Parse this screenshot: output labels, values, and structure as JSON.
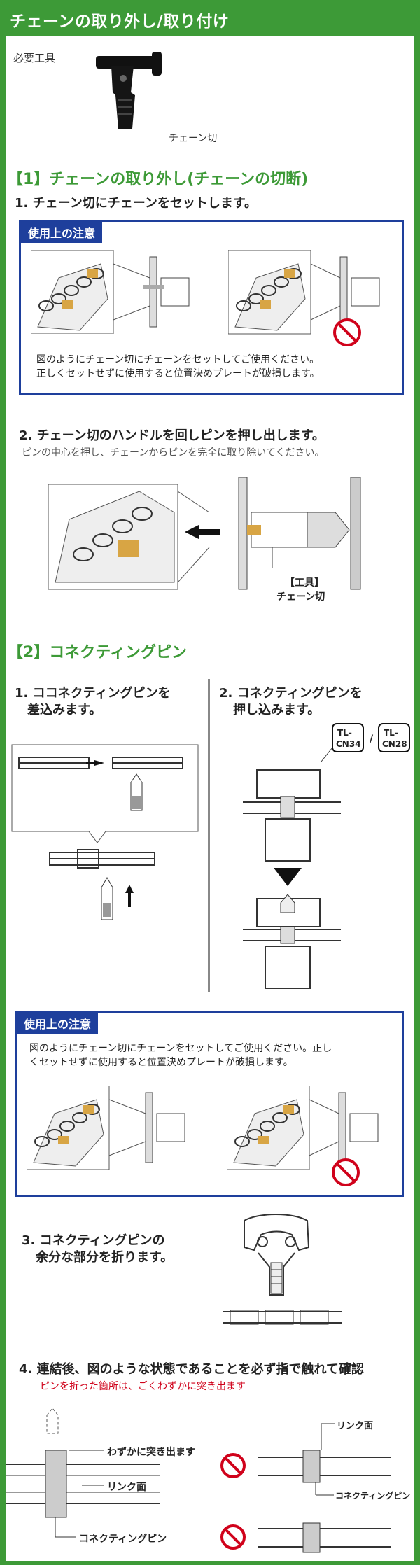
{
  "header": {
    "title": "チェーンの取り外し/取り付け"
  },
  "tools": {
    "label": "必要工具",
    "tool_name": "チェーン切"
  },
  "section1": {
    "heading": "【1】チェーンの取り外し(チェーンの切断)",
    "step1": "1. チェーン切にチェーンをセットします。",
    "note_label": "使用上の注意",
    "note_text_1": "図のようにチェーン切にチェーンをセットしてご使用ください。",
    "note_text_2": "正しくセットせずに使用すると位置決めプレートが破損します。",
    "step2": "2. チェーン切のハンドルを回しピンを押し出します。",
    "step2_desc": "ピンの中心を押し、チェーンからピンを完全に取り除いてください。",
    "tool_label_1": "【工具】",
    "tool_label_2": "チェーン切"
  },
  "section2": {
    "heading": "【2】コネクティングピン",
    "left_step_1": "1. ココネクティングピンを",
    "left_step_2": "差込みます。",
    "right_step_1": "2. コネクティングピンを",
    "right_step_2": "押し込みます。",
    "tag_a_1": "TL-",
    "tag_a_2": "CN34",
    "tag_sep": "/",
    "tag_b_1": "TL-",
    "tag_b_2": "CN28",
    "note_label": "使用上の注意",
    "note_text_1": "図のようにチェーン切にチェーンをセットしてご使用ください。正し",
    "note_text_2": "くセットせずに使用すると位置決めプレートが破損します。",
    "step3_1": "3. コネクティングピンの",
    "step3_2": "余分な部分を折ります。",
    "step4": "4. 連結後、図のような状態であることを必ず指で触れて確認",
    "step4_warn": "ピンを折った箇所は、ごくわずかに突き出ます",
    "callout_protrude": "わずかに突き出ます",
    "callout_link": "リンク面",
    "callout_pin": "コネクティングピン",
    "callout_link_r": "リンク面",
    "callout_pin_r": "コネクティングピン"
  },
  "colors": {
    "green": "#3d9a37",
    "navy": "#1e3f9c",
    "red": "#d0021b",
    "brass": "#d8a544"
  },
  "icons": [
    "chain-tool-icon",
    "prohibited-icon",
    "arrow-left-icon",
    "arrow-right-icon",
    "arrow-up-icon",
    "triangle-down-icon"
  ]
}
